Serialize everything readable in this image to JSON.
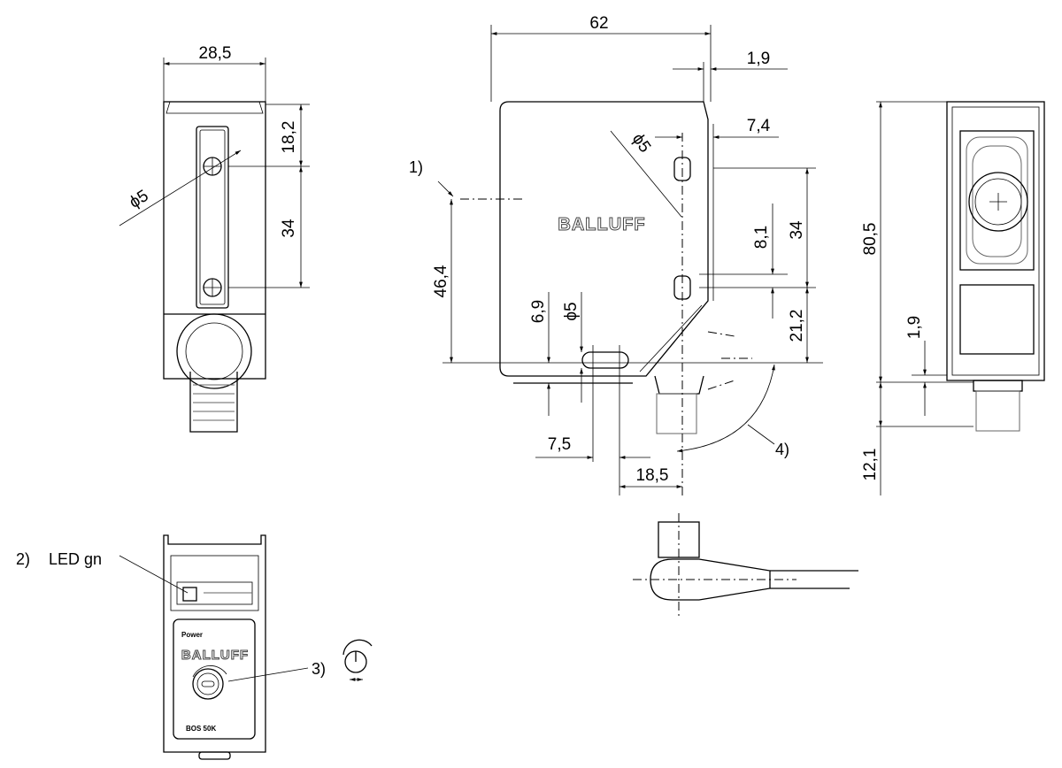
{
  "front_view": {
    "width": "28,5",
    "top_to_hole": "18,2",
    "hole_spacing": "34",
    "hole_diameter": "ϕ5"
  },
  "side_view": {
    "length": "62",
    "edge_offset": "1,9",
    "hole_offset": "7,4",
    "hole_diameter_top": "ϕ5",
    "note_1": "1)",
    "height_axis": "46,4",
    "logo": "BALLUFF",
    "offset_8_1": "8,1",
    "hole_spacing": "34",
    "lower_offset": "21,2",
    "bottom_slot_offset": "6,9",
    "bottom_slot_diameter": "ϕ5",
    "slot_x": "7,5",
    "connector_x": "18,5",
    "note_4": "4)"
  },
  "rear_view": {
    "height": "80,5",
    "offset": "1,9",
    "connector_height": "12,1"
  },
  "top_view": {
    "note_2": "2)",
    "led_label": "LED gn",
    "note_3": "3)",
    "power_label": "Power",
    "logo": "BALLUFF",
    "model": "BOS 50K"
  }
}
